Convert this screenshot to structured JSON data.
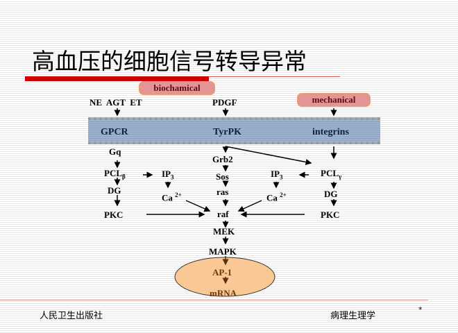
{
  "title": "高血压的细胞信号转导异常",
  "tags": {
    "biochemical": "biochamical",
    "mechanical": "mechanical"
  },
  "ligands": {
    "left": "NE  AGT  ET",
    "center": "PDGF"
  },
  "receptors": {
    "left": "GPCR",
    "center": "TyrPK",
    "right": "integrins"
  },
  "left": {
    "gq": "Gq",
    "pcl": "PCL",
    "pcl_sub": "β",
    "ip": "IP",
    "ip_sub": "3",
    "ca": "Ca",
    "ca_sup": "2+",
    "dg": "DG",
    "pkc": "PKC"
  },
  "center": {
    "grb2": "Grb2",
    "sos": "Sos",
    "ras": "ras",
    "raf": "raf",
    "mek": "MEK",
    "mapk": "MAPK",
    "ap1": "AP-1",
    "mrna": "mRNA"
  },
  "right": {
    "pcl": "PCL",
    "pcl_sub": "γ",
    "ip": "IP",
    "ip_sub": "3",
    "ca": "Ca",
    "ca_sup": "2+",
    "dg": "DG",
    "pkc": "PKC"
  },
  "footer": {
    "publisher": "人民卫生出版社",
    "subject": "病理生理学",
    "mark": "*"
  }
}
